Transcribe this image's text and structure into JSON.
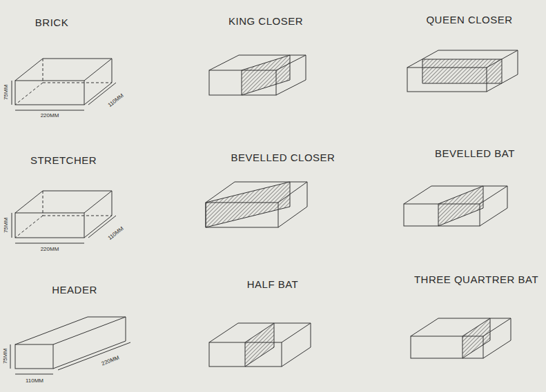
{
  "diagram": {
    "labels": [
      "BRICK",
      "KING CLOSER",
      "QUEEN CLOSER",
      "STRETCHER",
      "BEVELLED CLOSER",
      "BEVELLED BAT",
      "HEADER",
      "HALF BAT",
      "THREE QUARTRER BAT",
      "75MM",
      "220MM",
      "110MM",
      "75MM",
      "220MM",
      "110MM",
      "75MM",
      "220MM",
      "110MM"
    ]
  }
}
